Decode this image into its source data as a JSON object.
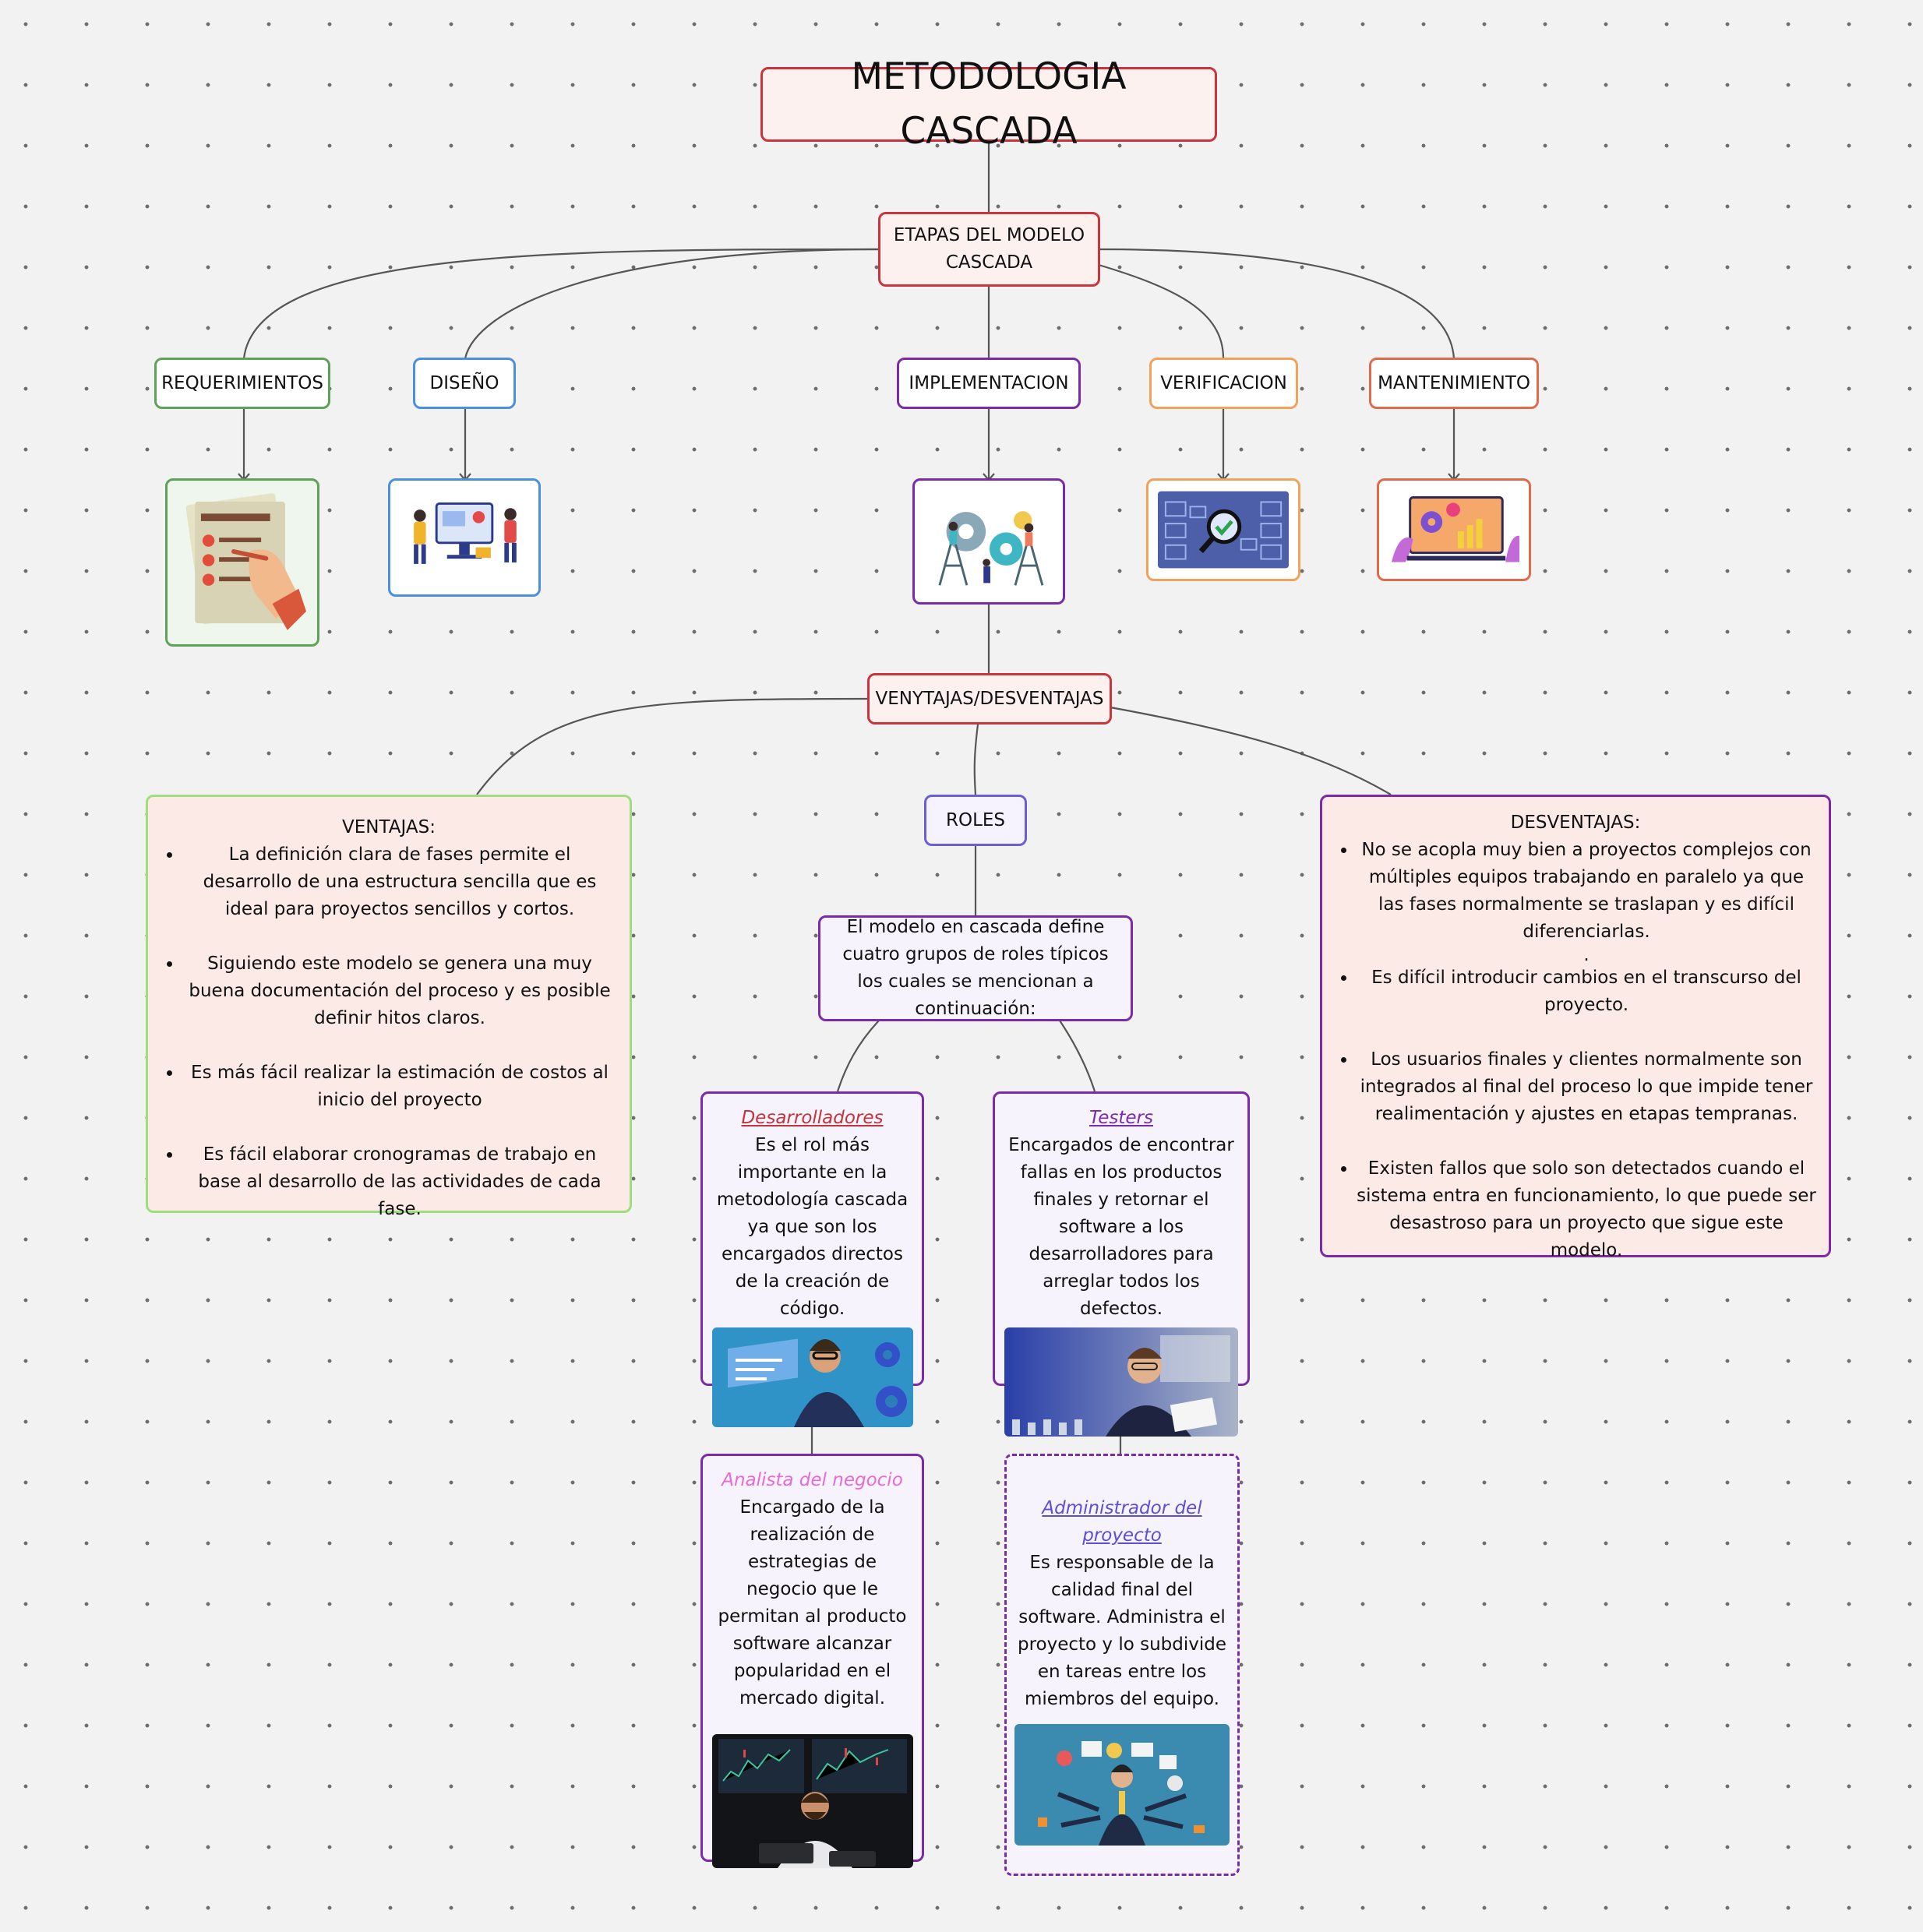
{
  "title": "METODOLOGIA CASCADA",
  "etapas": {
    "label_lines": [
      "ETAPAS DEL MODELO",
      "CASCADA"
    ],
    "stages": [
      {
        "label": "REQUERIMIENTOS",
        "icon": "checklist-icon"
      },
      {
        "label": "DISEÑO",
        "icon": "design-team-icon"
      },
      {
        "label": "IMPLEMENTACION",
        "icon": "gears-team-icon"
      },
      {
        "label": "VERIFICACION",
        "icon": "magnifier-check-icon"
      },
      {
        "label": "MANTENIMIENTO",
        "icon": "maintenance-screen-icon"
      }
    ]
  },
  "ventajas_desventajas": "VENYTAJAS/DESVENTAJAS",
  "ventajas": {
    "heading": "VENTAJAS:",
    "items": [
      "La definición clara de fases permite el desarrollo de una estructura sencilla que es ideal para proyectos sencillos y cortos.",
      "Siguiendo este modelo se genera una muy buena documentación del proceso y es posible definir hitos claros.",
      "Es más fácil realizar la estimación de costos al inicio del proyecto",
      "Es fácil elaborar cronogramas de trabajo en base al desarrollo de las actividades de cada fase."
    ]
  },
  "desventajas": {
    "heading": "DESVENTAJAS:",
    "items": [
      "No se acopla muy bien a proyectos complejos con múltiples equipos trabajando en paralelo ya que las fases normalmente se traslapan y es difícil diferenciarlas.",
      "Es difícil introducir cambios en el transcurso del proyecto.",
      "Los usuarios finales y clientes normalmente son integrados al final del proceso lo que impide tener realimentación y ajustes en etapas tempranas.",
      "Existen fallos que solo son detectados cuando el sistema entra en funcionamiento, lo que puede ser desastroso para un proyecto que sigue este modelo."
    ],
    "separator": "."
  },
  "roles": {
    "label": "ROLES",
    "description": "El modelo en cascada define cuatro grupos de roles típicos los cuales se mencionan a continuación:",
    "items": [
      {
        "title": "Desarrolladores",
        "text": "Es el rol más importante en la metodología cascada ya que son los encargados directos de la creación de código.",
        "title_color": "#c4333b",
        "image": "developer-photo"
      },
      {
        "title": "Testers",
        "text": "Encargados de encontrar fallas en los productos finales y retornar el software a los desarrolladores para arreglar todos los defectos.",
        "title_color": "#7c2aa8",
        "image": "tester-photo"
      },
      {
        "title": "Analista del negocio",
        "text": "Encargado de la realización de estrategias de negocio que le permitan al producto software alcanzar popularidad en el mercado digital.",
        "title_color": "#e86ad8",
        "image": "analyst-photo"
      },
      {
        "title": "Administrador del proyecto",
        "text": "Es responsable de la calidad final del software. Administra el proyecto y lo subdivide en tareas entre los miembros del equipo.",
        "title_color": "#5b4fd6",
        "image": "manager-illustration"
      }
    ]
  }
}
